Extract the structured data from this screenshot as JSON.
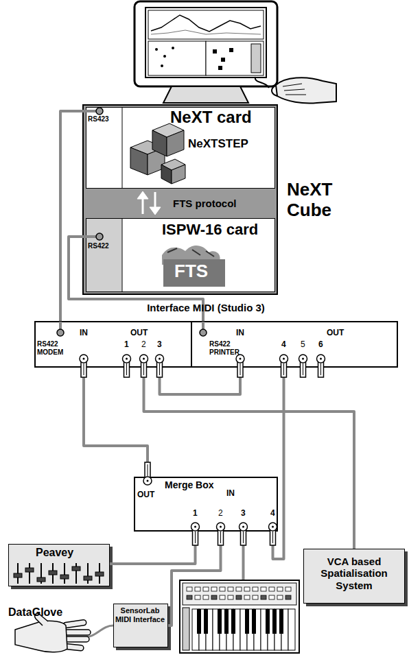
{
  "diagram": {
    "nodes": [
      {
        "text": [
          "NeXT Cube"
        ]
      },
      {
        "text": [
          "RS423",
          "NeXT card",
          "NeXTSTEP"
        ],
        "in": 0
      },
      {
        "text": [
          "FTS protocol"
        ],
        "in": 0
      },
      {
        "text": [
          "RS422",
          "ISPW-16 card",
          "FTS"
        ],
        "in": 0
      },
      {
        "text": [
          "Interface MIDI (Studio 3)"
        ]
      },
      {
        "text": [
          "RS422 MODEM",
          "IN",
          "OUT",
          "1",
          "2",
          "3"
        ],
        "in": 4
      },
      {
        "text": [
          "RS422 PRINTER",
          "IN",
          "OUT",
          "4",
          "5",
          "6"
        ],
        "in": 4
      },
      {
        "text": [
          "Merge Box",
          "OUT",
          "IN",
          "1",
          "2",
          "3",
          "4"
        ]
      },
      {
        "text": [
          "Peavey"
        ]
      },
      {
        "text": [
          "VCA based Spatialisation System"
        ]
      },
      {
        "text": [
          "SensorLab MIDI Interface"
        ]
      }
    ],
    "edges": [
      {
        "from": 1,
        "to": 5,
        "arrow": "none"
      },
      {
        "from": 3,
        "to": 6,
        "arrow": "none"
      },
      {
        "from": 7,
        "to": 5,
        "arrow": "none"
      },
      {
        "from": 5,
        "to": 9,
        "arrow": "none"
      },
      {
        "from": 5,
        "to": 6,
        "arrow": "none"
      },
      {
        "from": 6,
        "to": 7,
        "arrow": "none"
      },
      {
        "from": 8,
        "to": 7,
        "arrow": "none"
      },
      {
        "from": 10,
        "to": 7,
        "arrow": "none"
      }
    ],
    "labels": [
      "DataGlove"
    ]
  }
}
